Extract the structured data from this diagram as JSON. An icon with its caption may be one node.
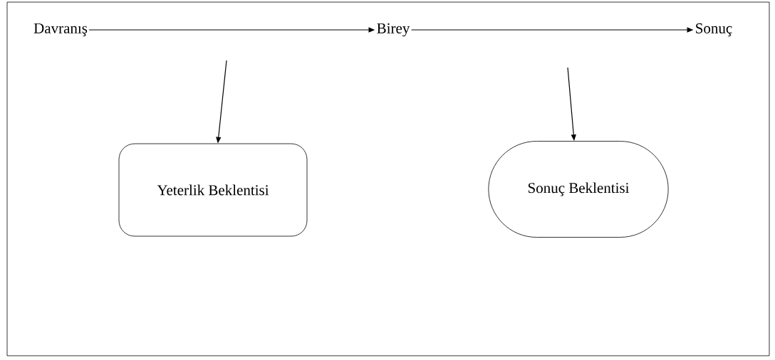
{
  "diagram": {
    "nodes": [
      {
        "text": [
          "Davranış"
        ]
      },
      {
        "text": [
          "Birey"
        ]
      },
      {
        "text": [
          "Sonuç"
        ]
      },
      {
        "text": [
          "Yeterlik Beklentisi"
        ]
      },
      {
        "text": [
          "Sonuç Beklentisi"
        ]
      }
    ],
    "edges": [
      {
        "from": 0,
        "to": 1,
        "arrow": "to"
      },
      {
        "from": 1,
        "to": 2,
        "arrow": "to"
      },
      {
        "from": null,
        "to": 3,
        "arrow": "to"
      },
      {
        "from": null,
        "to": 4,
        "arrow": "to"
      }
    ]
  }
}
